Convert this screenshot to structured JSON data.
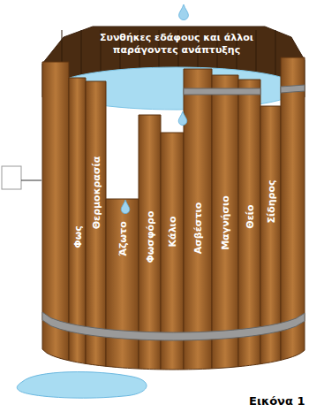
{
  "diagram": {
    "caption": "Εικόνα 1",
    "nodes": [
      {
        "text": [
          "Φως"
        ]
      },
      {
        "text": [
          "Θερμοκρασία"
        ]
      },
      {
        "text": [
          "Άζωτο"
        ]
      },
      {
        "text": [
          "Φωσφόρο"
        ]
      },
      {
        "text": [
          "Κάλιο"
        ]
      },
      {
        "text": [
          "Ασβέστιο"
        ]
      },
      {
        "text": [
          "Μαγνήσιο"
        ]
      },
      {
        "text": [
          "Θείο"
        ]
      },
      {
        "text": [
          "Σίδηρος"
        ]
      }
    ],
    "labels": [
      "Συνθήκες εδάφους και άλλοι παράγοντες ανάπτυξης"
    ]
  }
}
